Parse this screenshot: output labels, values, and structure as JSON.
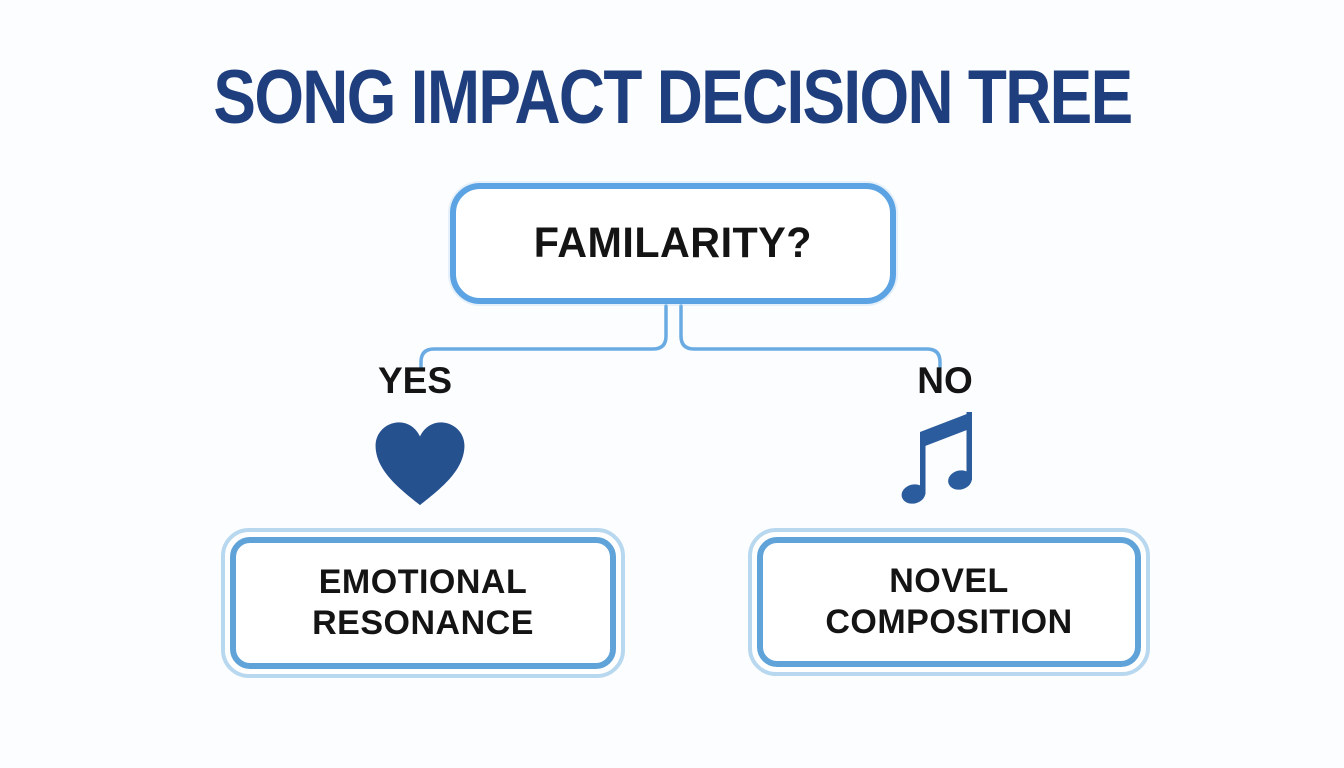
{
  "title": "SONG IMPACT DECISION TREE",
  "diagram": {
    "type": "decision-tree",
    "root": {
      "label": "FAMILARITY?"
    },
    "branches": [
      {
        "answer": "YES",
        "icon": "heart-icon",
        "outcome": "EMOTIONAL RESONANCE"
      },
      {
        "answer": "NO",
        "icon": "music-note-icon",
        "outcome": "NOVEL COMPOSITION"
      }
    ]
  },
  "colors": {
    "title_text": "#1f3e7d",
    "node_border": "#5ba3e2",
    "connector": "#69abe2",
    "ring_outer": "#b8d8f0",
    "ring_inner": "#5fa3d9",
    "heart": "#26518f",
    "music_note": "#2a5c9e",
    "label_text": "#141414",
    "background": "#fcfdfe"
  }
}
